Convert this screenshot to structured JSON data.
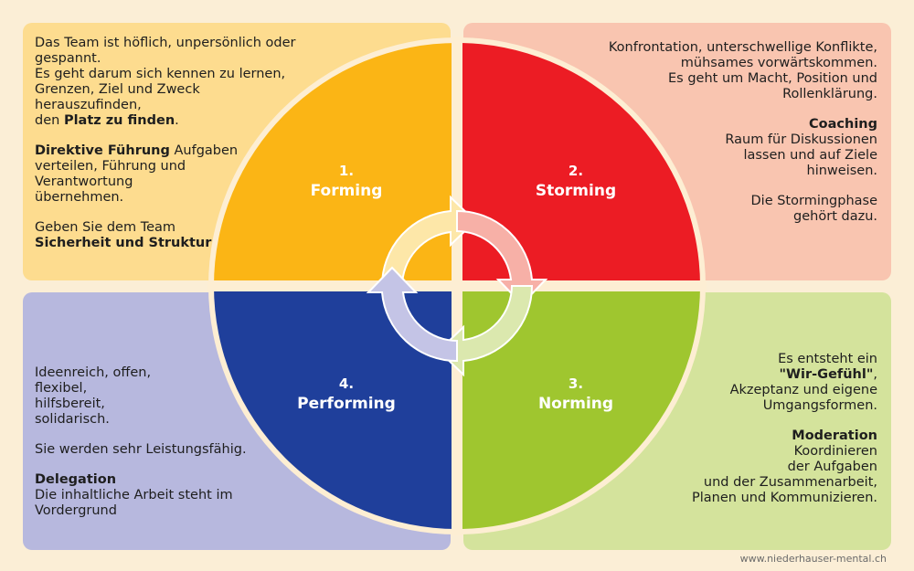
{
  "colors": {
    "background": "#fbeed6",
    "forming": "#fbb515",
    "storming": "#ec1c24",
    "norming": "#9fc62f",
    "performing": "#1f3f9b",
    "ring": "#fdeed3"
  },
  "stages": {
    "forming": {
      "number": "1.",
      "name": "Forming"
    },
    "storming": {
      "number": "2.",
      "name": "Storming"
    },
    "norming": {
      "number": "3.",
      "name": "Norming"
    },
    "performing": {
      "number": "4.",
      "name": "Performing"
    }
  },
  "panels": {
    "forming": {
      "intro_lines": [
        "Das Team ist höflich, unpersönlich oder",
        "gespannt.",
        "Es geht darum sich kennen zu lernen,",
        "Grenzen, Ziel und Zweck",
        "herauszufinden,"
      ],
      "intro_last_prefix": "den ",
      "intro_last_bold": "Platz zu finden",
      "intro_last_suffix": ".",
      "lead_bold": "Direktive Führung",
      "lead_rest_lines": [
        " Aufgaben",
        "verteilen, Führung und",
        "Verantwortung",
        "übernehmen."
      ],
      "closing_line": "Geben Sie dem Team",
      "closing_bold": "Sicherheit und Struktur"
    },
    "storming": {
      "intro_lines": [
        "Konfrontation, unterschwellige Konflikte,",
        "mühsames vorwärtskommen.",
        "Es geht um Macht, Position und",
        "Rollenklärung."
      ],
      "lead_bold": "Coaching",
      "lead_lines": [
        "Raum für Diskussionen",
        "lassen und auf Ziele",
        "hinweisen."
      ],
      "closing_lines": [
        "Die Stormingphase",
        "gehört dazu."
      ]
    },
    "performing": {
      "intro_lines": [
        "Ideenreich, offen,",
        "flexibel,",
        "hilfsbereit,",
        "solidarisch."
      ],
      "middle_line": "Sie werden sehr Leistungsfähig.",
      "lead_bold": "Delegation",
      "lead_lines": [
        "Die inhaltliche Arbeit steht im",
        "Vordergrund"
      ]
    },
    "norming": {
      "intro_line1": "Es entsteht ein",
      "intro_bold": "\"Wir-Gefühl\"",
      "intro_bold_suffix": ",",
      "intro_lines": [
        "Akzeptanz und eigene",
        "Umgangsformen."
      ],
      "lead_bold": "Moderation",
      "lead_lines": [
        "Koordinieren",
        "der Aufgaben",
        "und der Zusammenarbeit,",
        "Planen und Kommunizieren."
      ]
    }
  },
  "footer": {
    "url": "www.niederhauser-mental.ch"
  }
}
